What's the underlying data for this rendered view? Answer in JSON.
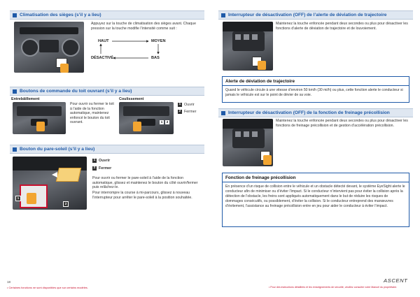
{
  "left": {
    "seat": {
      "title": "Climatisation des sièges (s’il y a lieu)",
      "text": "Appuyez sur la touche de climatisation des sièges avant. Chaque pression sur la touche modifie l’intensité comme suit :",
      "haut": "HAUT",
      "moyen": "MOYEN",
      "desactive": "DÉSACTIVÉ",
      "bas": "BAS"
    },
    "roof": {
      "title": "Boutons de commande du toit ouvrant (s’il y a lieu)",
      "caption_tilt": "Entrebâillement",
      "caption_slide": "Coulissement",
      "text": "Pour ouvrir ou fermer le toit à l’aide de la fonction automatique, maintenez enfoncé le bouton du toit ouvrant.",
      "n1": "1",
      "n2": "2",
      "open": "Ouvrir",
      "close": "Fermer"
    },
    "sunshade": {
      "title": "Bouton du pare-soleil (s’il y a lieu)",
      "n1": "1",
      "n2": "2",
      "open": "Ouvrir",
      "close": "Fermer",
      "text1": "Pour ouvrir ou fermer le pare-soleil à l’aide de la fonction automatique, glissez et maintenez le bouton du côté ouvrir/fermer puis relâchez-le.",
      "text2": "Pour interrompre la course à mi-parcours, glissez à nouveau l’interrupteur pour arrêter le pare-soleil à la position souhaitée.",
      "img_n1": "1",
      "img_n2": "2"
    },
    "page_number": "18",
    "footnote": "• Certaines fonctions ne sont disponibles que sur certains modèles."
  },
  "right": {
    "lane_switch": {
      "title": "Interrupteur de désactivation (OFF) de l’alerte de déviation de trajectoire",
      "text": "Maintenez la touche enfoncée pendant deux secondes ou plus pour désactiver les fonctions d’alerte de déviation de trajectoire et de louvoiement."
    },
    "lane_box": {
      "title": "Alerte de déviation de trajectoire",
      "text": "Quand le véhicule circule à une vitesse d’environ 50 km/h (30 mi/h) ou plus, cette fonction alerte le conducteur si jamais le véhicule est sur le point de dévier de sa voie."
    },
    "brake_switch": {
      "title": "Interrupteur de désactivation (OFF) de la fonction de freinage précollision",
      "text": "Maintenez la touche enfoncée pendant deux secondes ou plus pour désactiver les fonctions de freinage précollision et de gestion d’accélération précollision."
    },
    "brake_box": {
      "title": "Fonction de freinage précollision",
      "text": "En présence d’un risque de collision entre le véhicule et un obstacle détecté devant, le système EyeSight alerte le conducteur afin de minimiser ou d’éviter l’impact. Si le conducteur n’intervient pas pour éviter la collision après la détection de l’obstacle, les freins sont appliqués automatiquement dans le but de réduire les risques de dommages consécutifs, ou possiblement, d’éviter la collision. Si le conducteur entreprend des manœuvres d’évitement, l’assistance au freinage précollision entre en jeu pour aider le conducteur à éviter l’impact."
    },
    "logo": "ASCENT",
    "footnote": "• Pour des instructions détaillées et les renseignements de sécurité, veuillez consulter votre Manuel du propriétaire."
  }
}
